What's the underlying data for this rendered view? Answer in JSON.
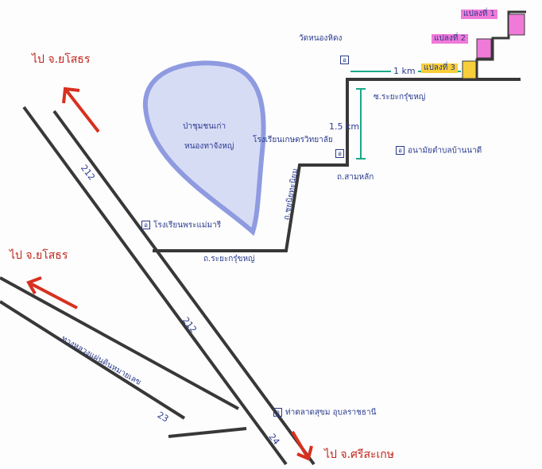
{
  "colors": {
    "road": "#383838",
    "text": "#2a3b8f",
    "arrow": "#d8301f",
    "dimension": "#1aa889",
    "plot_pink": "#f07ad8",
    "plot_yellow": "#f7cf3a",
    "forest": "#8f9be0"
  },
  "directions": {
    "top_left": "ไป จ.ยโสธร",
    "mid_left": "ไป จ.ยโสธร",
    "bottom": "ไป จ.ศรีสะเกษ"
  },
  "roads": {
    "route_upper_1": "212",
    "route_upper_2": "212",
    "route_lower": "23",
    "route_bottom": "24",
    "lower_road_name": "ทางหลวงแผ่นดินหมายเลข",
    "kanchan_lower": "ถ.ระยะกรุ๋ขหญ่",
    "kanchan_vertical": "ถ.ชยนิยทะนิยม",
    "kanchan_upper": "ถ.สามหลัก",
    "soi": "ซ.ระยะกรุ๋ขหญ่"
  },
  "landmarks": {
    "temple": "วัดหนองหิดง",
    "forest_1": "ป่าชุมชนเก่า",
    "forest_2": "หนองทาจังหญ่",
    "school_1": "โรงเรียนเกษตรวิทยาลัย",
    "school_2": "โรงเรียนพระแม่มารี",
    "center": "อนามัยตำบลบ้านนาดี",
    "police": "ท่าตลาดสุขม อุบลราชธานี"
  },
  "markers": {
    "temple": "อ",
    "school_1": "อ",
    "school_2": "อ",
    "center": "อ",
    "police": "อ"
  },
  "dimensions": {
    "horizontal": "1 km",
    "vertical": "1.5 km"
  },
  "plots": [
    {
      "label": "แปลงที่ 1",
      "color": "pink"
    },
    {
      "label": "แปลงที่ 2",
      "color": "pink"
    },
    {
      "label": "แปลงที่ 3",
      "color": "yellow"
    }
  ]
}
